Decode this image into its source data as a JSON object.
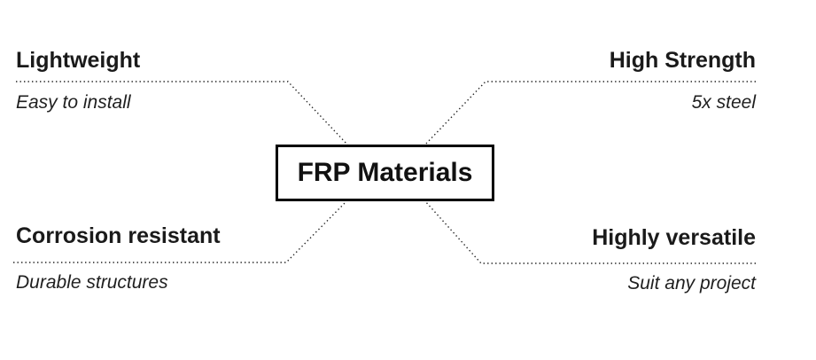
{
  "diagram": {
    "center": {
      "label": "FRP Materials"
    },
    "features": [
      {
        "position": "top-left",
        "title": "Lightweight",
        "subtitle": "Easy to install"
      },
      {
        "position": "top-right",
        "title": "High Strength",
        "subtitle": "5x steel"
      },
      {
        "position": "bottom-left",
        "title": "Corrosion resistant",
        "subtitle": "Durable structures"
      },
      {
        "position": "bottom-right",
        "title": "Highly versatile",
        "subtitle": "Suit any project"
      }
    ],
    "colors": {
      "background": "#ffffff",
      "text": "#1a1a1a",
      "connector_line": "#222222",
      "box_border": "#000000"
    }
  }
}
